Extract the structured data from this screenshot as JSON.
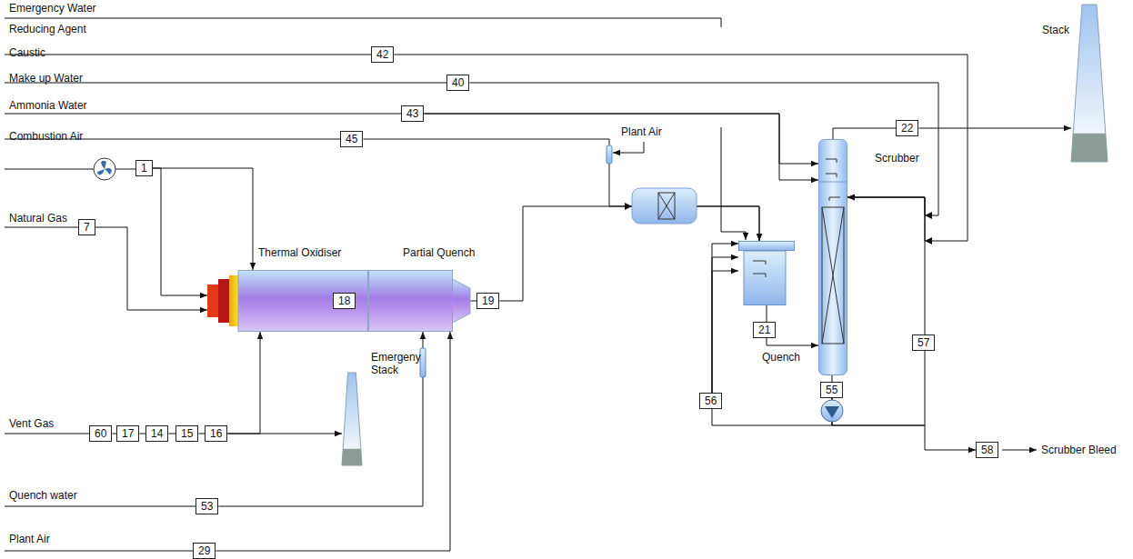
{
  "diagram": {
    "nodes": [
      {
        "text": [
          "42"
        ]
      },
      {
        "text": [
          "40"
        ]
      },
      {
        "text": [
          "43"
        ]
      },
      {
        "text": [
          "22"
        ]
      },
      {
        "text": [
          "Stack"
        ]
      },
      {
        "text": [
          "45"
        ]
      },
      {
        "text": [
          "Scrubber"
        ]
      },
      {
        "text": [
          "1"
        ]
      },
      {
        "text": [
          "Thermal Oxidiser"
        ]
      },
      {
        "text": [
          "18"
        ],
        "in": 8
      },
      {
        "text": [
          "Partial Quench"
        ]
      },
      {
        "text": [
          "7"
        ]
      },
      {
        "text": [
          "19"
        ]
      },
      {
        "text": [
          "21"
        ]
      },
      {
        "text": [
          "Quench"
        ]
      },
      {
        "text": [
          "57"
        ]
      },
      {
        "text": [
          "56"
        ]
      },
      {
        "text": [
          "55"
        ]
      },
      {
        "text": [
          "Emergeny Stack"
        ]
      },
      {
        "text": [
          "60"
        ]
      },
      {
        "text": [
          "17"
        ]
      },
      {
        "text": [
          "14"
        ]
      },
      {
        "text": [
          "15"
        ]
      },
      {
        "text": [
          "16"
        ]
      },
      {
        "text": [
          "58"
        ]
      },
      {
        "text": [
          "53"
        ]
      },
      {
        "text": [
          "29"
        ]
      }
    ],
    "edges": [
      {
        "from": 19,
        "to": 20,
        "arrow": "none"
      },
      {
        "from": 20,
        "to": 21,
        "arrow": "none"
      },
      {
        "from": 21,
        "to": 22,
        "arrow": "none"
      },
      {
        "from": 22,
        "to": 23,
        "arrow": "none"
      },
      {
        "from": 23,
        "to": 8,
        "arrow": "to"
      },
      {
        "from": 23,
        "to": 18,
        "arrow": "to"
      },
      {
        "from": 7,
        "to": 8,
        "arrow": "to"
      },
      {
        "from": 7,
        "to": 8,
        "arrow": "to"
      },
      {
        "from": 11,
        "to": 8,
        "arrow": "to"
      },
      {
        "from": 25,
        "to": 10,
        "arrow": "to"
      },
      {
        "from": 26,
        "to": 10,
        "arrow": "to"
      },
      {
        "from": 10,
        "to": 12,
        "arrow": "none"
      },
      {
        "from": 12,
        "to": 14,
        "arrow": "to"
      },
      {
        "from": 5,
        "to": 14,
        "arrow": "to"
      },
      {
        "from": 14,
        "to": 13,
        "arrow": "none"
      },
      {
        "from": 13,
        "to": 6,
        "arrow": "to"
      },
      {
        "from": 6,
        "to": 3,
        "arrow": "none"
      },
      {
        "from": 3,
        "to": 4,
        "arrow": "to"
      },
      {
        "from": 2,
        "to": 6,
        "arrow": "to"
      },
      {
        "from": 2,
        "to": 6,
        "arrow": "to"
      },
      {
        "from": 0,
        "to": 6,
        "arrow": "to"
      },
      {
        "from": 1,
        "to": 6,
        "arrow": "to"
      },
      {
        "from": 15,
        "to": 6,
        "arrow": "to"
      },
      {
        "from": 6,
        "to": 17,
        "arrow": "none"
      },
      {
        "from": 17,
        "to": 16,
        "arrow": "none"
      },
      {
        "from": 17,
        "to": 15,
        "arrow": "none"
      },
      {
        "from": 17,
        "to": 24,
        "arrow": "to"
      },
      {
        "from": 16,
        "to": 14,
        "arrow": "to"
      },
      {
        "from": 16,
        "to": 14,
        "arrow": "to"
      },
      {
        "from": 16,
        "to": 14,
        "arrow": "to"
      }
    ],
    "labels": [
      "Emergency Water",
      "Reducing Agent",
      "Caustic",
      "Make up Water",
      "Ammonia Water",
      "Combustion Air",
      "Natural Gas",
      "Vent Gas",
      "Quench water",
      "Plant Air",
      "Plant Air",
      "Scrubber Bleed"
    ]
  }
}
